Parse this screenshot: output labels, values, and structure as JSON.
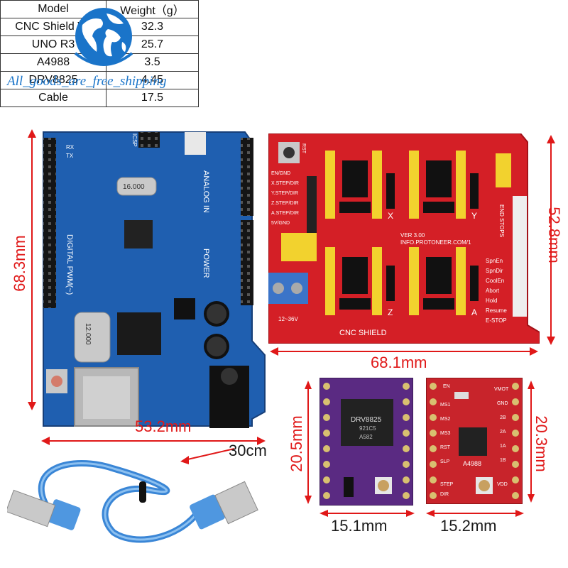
{
  "brand": {
    "shop_name": "All_goods_are_free_shipping",
    "logo_icon": "globe-icon",
    "logo_color": "#1a74c9"
  },
  "weight_table": {
    "headers": [
      "Model",
      "Weight（g）"
    ],
    "rows": [
      [
        "CNC Shield V3",
        "32.3"
      ],
      [
        "UNO R3",
        "25.7"
      ],
      [
        "A4988",
        "3.5"
      ],
      [
        "DRV8825",
        "4.45"
      ],
      [
        "Cable",
        "17.5"
      ]
    ]
  },
  "dimensions": {
    "uno_height": "68.3mm",
    "uno_width": "53.2mm",
    "shield_height": "52.8mm",
    "shield_width": "68.1mm",
    "drv_height": "20.5mm",
    "drv_width": "15.1mm",
    "a4988_height": "20.3mm",
    "a4988_width": "15.2mm",
    "cable_length": "30cm",
    "dimension_color": "#e01818"
  },
  "uno_board": {
    "labels": {
      "digital": "DIGITAL PWM(~)",
      "analog": "ANALOG IN",
      "power": "POWER",
      "icsp": "ICSP",
      "crystal": "16.000",
      "crystal2": "12.000",
      "tx": "TX",
      "rx": "RX"
    },
    "board_color": "#1f5fb0"
  },
  "cnc_shield": {
    "labels": {
      "name": "CNC SHIELD",
      "version": "VER 3.00",
      "site": "INFO.PROTONEER.COM/1",
      "en_gnd": "EN/GND",
      "x_step": "X.STEP/DIR",
      "y_step": "Y.STEP/DIR",
      "z_step": "Z.STEP/DIR",
      "a_step": "A.STEP/DIR",
      "v_gnd": "5V/GND",
      "end_stops": "END STOPS",
      "voltage": "12~36V",
      "rst": "RST",
      "axis_x": "X",
      "axis_y": "Y",
      "axis_z": "Z",
      "axis_a": "A",
      "right_labels": [
        "SpnEn",
        "SpnDir",
        "CoolEn",
        "Abort",
        "Hold",
        "Resume",
        "E-STOP"
      ]
    },
    "board_color": "#d41f26"
  },
  "drv8825": {
    "chip_label": "DRV8825",
    "chip_code": "921C5",
    "chip_code2": "A582",
    "board_color": "#5a2a82"
  },
  "a4988": {
    "chip_label": "A4988",
    "labels": [
      "EN",
      "MS1",
      "MS2",
      "MS3",
      "RST",
      "SLP",
      "STEP",
      "DIR",
      "VMOT",
      "GND",
      "2B",
      "2A",
      "1A",
      "1B",
      "VDD"
    ],
    "board_color": "#c8242b"
  }
}
